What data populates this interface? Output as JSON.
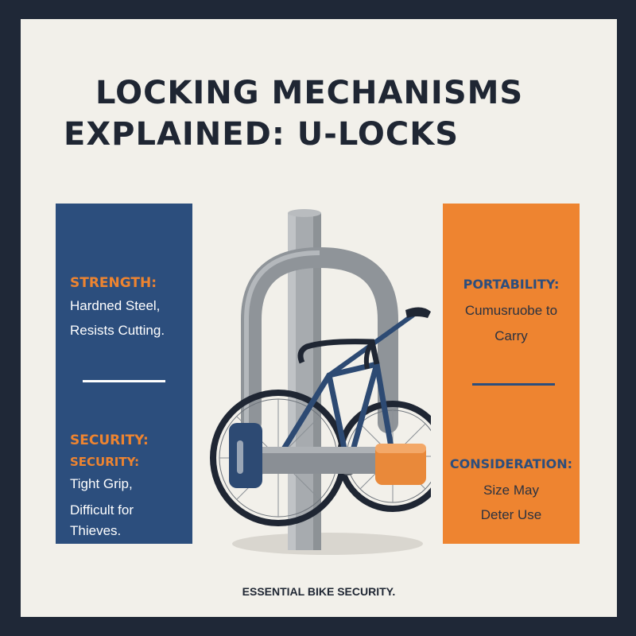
{
  "title": {
    "line1": "LOCKING MECHANISMS",
    "line2": "EXPLAINED: U-LOCKS"
  },
  "left_panel": {
    "color": "#2c4e7d",
    "strength_heading": "STRENGTH:",
    "strength_line1": "Hardned Steel,",
    "strength_line2": "Resists Cutting.",
    "security_heading": "SECURITY:",
    "security_subheading": "SECURITY:",
    "security_line1": "Tight Grip,",
    "security_line2": "Difficult for",
    "security_line3": "Thieves."
  },
  "right_panel": {
    "color": "#ee8430",
    "portability_heading": "PORTABILITY:",
    "portability_line1": "Cumusruobe to",
    "portability_line2": "Carry",
    "consideration_heading": "CONSIDERATION:",
    "consideration_line1": "Size May",
    "consideration_line2": "Deter Use"
  },
  "illustration": {
    "subject": "bicycle locked to a pole with a U-lock",
    "lock_body_color": "#e9893a",
    "bike_frame_color": "#2d4a73"
  },
  "footer": {
    "tagline": "ESSENTIAL BIKE SECURITY."
  }
}
